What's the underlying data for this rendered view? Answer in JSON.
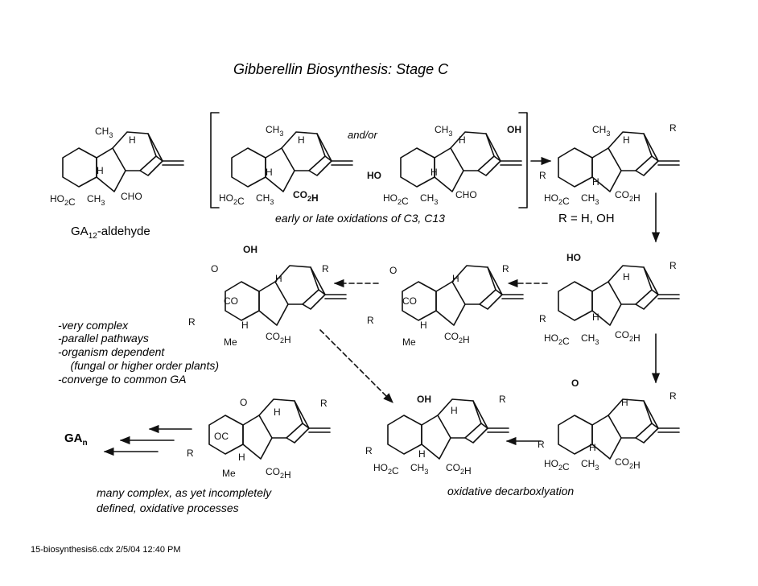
{
  "title": "Gibberellin Biosynthesis: Stage C",
  "footer": "15-biosynthesis6.cdx  2/5/04  12:40 PM",
  "accent_red": "#e02020",
  "accent_blue": "#1a1aa8",
  "captions": {
    "ga12_name": "GA",
    "ga12_sub": "12",
    "ga12_suffix": "-aldehyde",
    "early_late": "early or late oxidations of C3, C13",
    "r_def": "R = H, OH",
    "oxidative_decarbox": "oxidative decarboxlyation",
    "gan": "GA",
    "gan_sub": "n",
    "many_complex_1": "many complex, as yet incompletely",
    "many_complex_2": "defined, oxidative processes",
    "and_or": "and/or"
  },
  "notes": [
    "-very complex",
    "-parallel pathways",
    "-organism dependent",
    "    (fungal or higher order plants)",
    "-converge to common GA"
  ],
  "structures": [
    {
      "id": "ga12-aldehyde",
      "labels": {
        "ch3_top": "CH3",
        "h_ring": "H",
        "h_lower": "H",
        "co2h_bottom": "HO2C",
        "ch3_bottom": "CH3",
        "cho": "CHO"
      }
    },
    {
      "id": "oxidized-acid",
      "labels": {
        "ch3_top": "CH3",
        "h_ring": "H",
        "h_lower": "H",
        "co2h_bottom": "HO2C",
        "ch3_bottom": "CH3",
        "co2h_red": "CO2H"
      }
    },
    {
      "id": "hydroxylated-aldehyde",
      "labels": {
        "ch3_top": "CH3",
        "h_ring": "H",
        "h_lower": "H",
        "oh_blue": "OH",
        "ho_red": "HO",
        "co2h_bottom": "HO2C",
        "ch3_bottom": "CH3",
        "cho": "CHO"
      }
    },
    {
      "id": "r-diacid",
      "labels": {
        "ch3_top": "CH3",
        "h_ring": "H",
        "h_lower": "H",
        "r_top": "R",
        "r_left": "R",
        "co2h_bottom": "HO2C",
        "ch3_bottom": "CH3",
        "co2h_right": "CO2H"
      }
    },
    {
      "id": "c20-alcohol",
      "labels": {
        "ho_red": "HO",
        "h_ring": "H",
        "h_lower": "H",
        "r_top": "R",
        "r_left": "R",
        "co2h_bottom": "HO2C",
        "ch3_bottom": "CH3",
        "co2h_right": "CO2H"
      }
    },
    {
      "id": "lactone-mid",
      "labels": {
        "o_ring": "O",
        "co_ring": "CO",
        "h_ring": "H",
        "h_lower": "H",
        "r_top": "R",
        "r_left": "R",
        "me": "Me",
        "co2h_right": "CO2H"
      }
    },
    {
      "id": "lactol-oh",
      "labels": {
        "oh_red": "OH",
        "o_ring": "O",
        "co_ring": "CO",
        "h_ring": "H",
        "h_lower": "H",
        "r_top": "R",
        "r_left": "R",
        "me": "Me",
        "co2h_right": "CO2H"
      }
    },
    {
      "id": "c20-aldehyde",
      "labels": {
        "o_red": "O",
        "h_ring": "H",
        "h_lower": "H",
        "r_top": "R",
        "r_left": "R",
        "co2h_bottom": "HO2C",
        "ch3_bottom": "CH3",
        "co2h_right": "CO2H"
      }
    },
    {
      "id": "decarboxylated-oh",
      "labels": {
        "oh_red": "OH",
        "h_ring": "H",
        "h_lower": "H",
        "r_top": "R",
        "r_left": "R",
        "co2h_bottom": "HO2C",
        "ch3_bottom": "CH3",
        "co2h_right": "CO2H"
      }
    },
    {
      "id": "c19-lactone",
      "labels": {
        "o_ring": "O",
        "oc_ring": "OC",
        "h_ring": "H",
        "h_lower": "H",
        "r_top": "R",
        "r_left": "R",
        "me": "Me",
        "co2h_right": "CO2H"
      }
    }
  ]
}
